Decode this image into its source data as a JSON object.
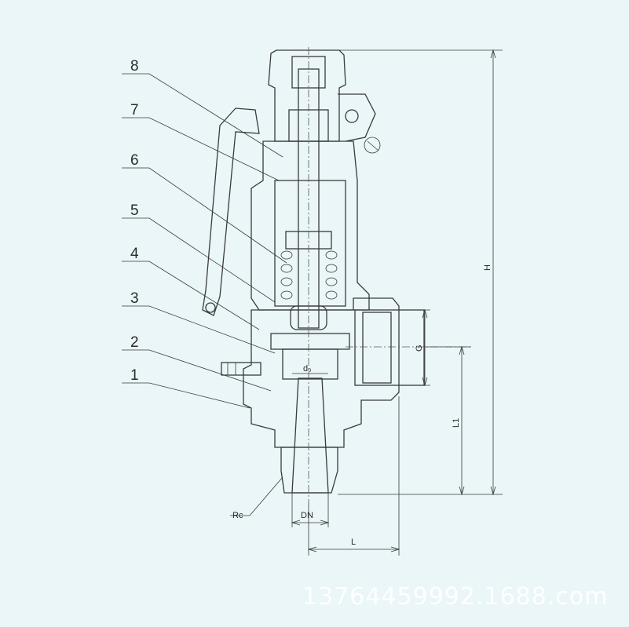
{
  "part_labels": [
    "1",
    "2",
    "3",
    "4",
    "5",
    "6",
    "7",
    "8"
  ],
  "dimensions": {
    "H": "H",
    "L1": "L1",
    "G": "G",
    "L": "L",
    "DN": "DN",
    "Rc": "Rc",
    "d0": "d₀"
  },
  "watermark": "13764459992.1688.com",
  "colors": {
    "background": "#eaf6f8",
    "line": "#3a3a3a",
    "watermark": "#ffffff"
  }
}
